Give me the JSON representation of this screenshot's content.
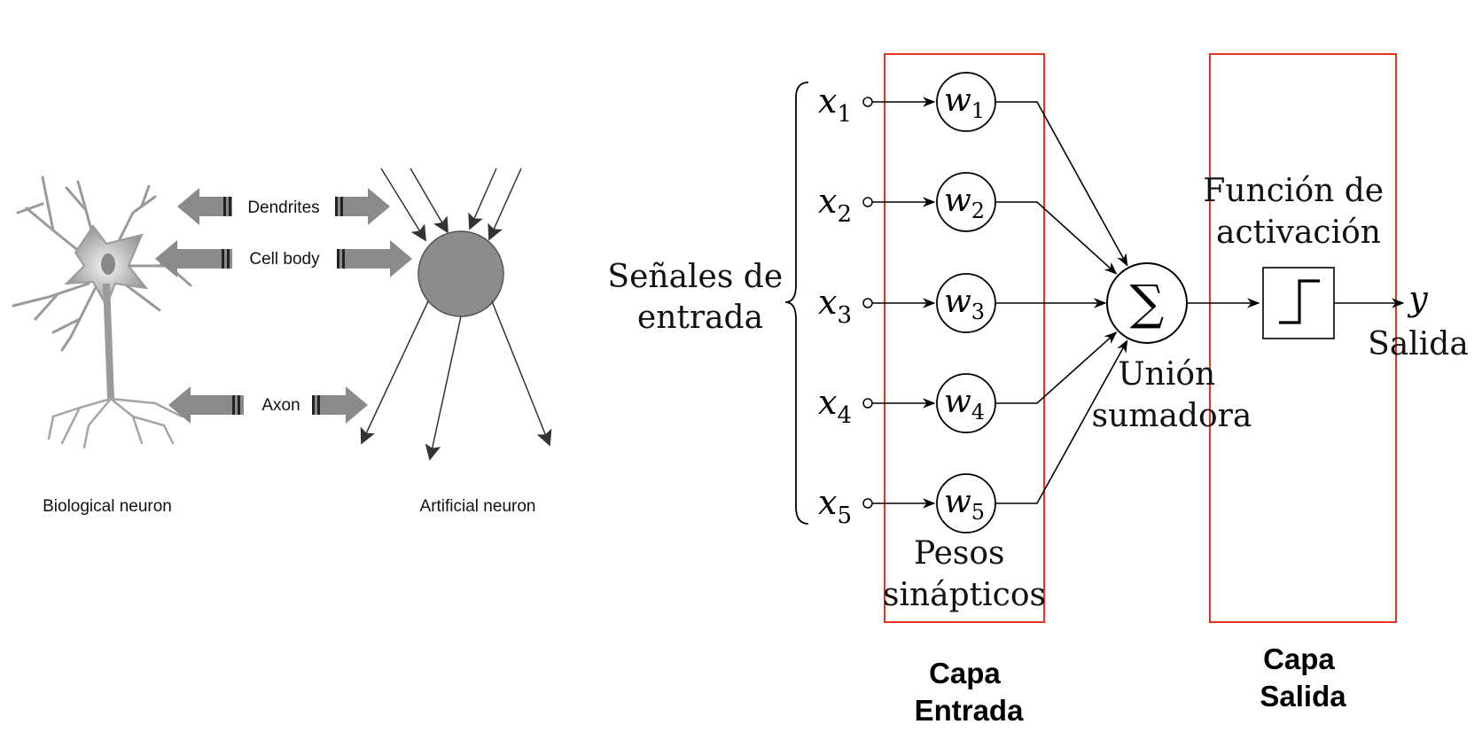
{
  "biological": {
    "labels": {
      "dendrites": "Dendrites",
      "cell_body": "Cell body",
      "axon": "Axon"
    },
    "captions": {
      "biological": "Biological neuron",
      "artificial": "Artificial neuron"
    }
  },
  "perceptron": {
    "input_group": [
      "Señales de",
      "entrada"
    ],
    "inputs": [
      {
        "var": "x",
        "sub": "1",
        "weight_var": "w",
        "weight_sub": "1"
      },
      {
        "var": "x",
        "sub": "2",
        "weight_var": "w",
        "weight_sub": "2"
      },
      {
        "var": "x",
        "sub": "3",
        "weight_var": "w",
        "weight_sub": "3"
      },
      {
        "var": "x",
        "sub": "4",
        "weight_var": "w",
        "weight_sub": "4"
      },
      {
        "var": "x",
        "sub": "5",
        "weight_var": "w",
        "weight_sub": "5"
      }
    ],
    "weights_label": [
      "Pesos",
      "sinápticos"
    ],
    "sum_symbol": "∑",
    "sum_label": [
      "Unión",
      "sumadora"
    ],
    "activation_label": [
      "Función de",
      "activación"
    ],
    "output_var": "y",
    "output_label": "Salida",
    "layers": {
      "input": [
        "Capa",
        "Entrada"
      ],
      "output": [
        "Capa",
        "Salida"
      ]
    },
    "colors": {
      "layer_box": "#e8301e",
      "lines": "#000000"
    }
  },
  "colors": {
    "neuron_gray": "#8c8c8c",
    "arrow_gray": "#8a8a8a",
    "text": "#111111"
  }
}
